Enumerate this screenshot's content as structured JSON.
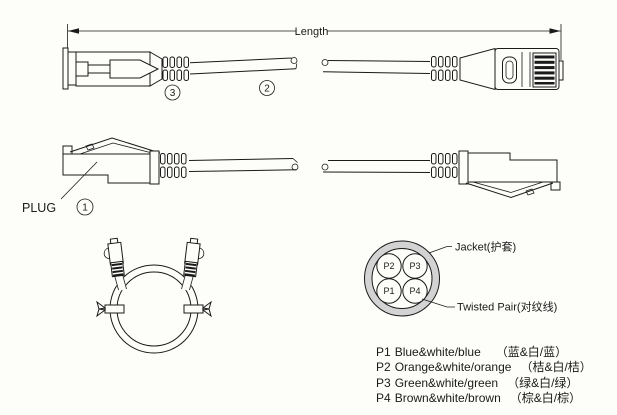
{
  "dimension": {
    "label": "Length"
  },
  "plug": {
    "label": "PLUG"
  },
  "callouts": {
    "c1": "1",
    "c2": "2",
    "c3": "3"
  },
  "cross_section": {
    "jacket_label": "Jacket(护套)",
    "twisted_pair_label": "Twisted Pair(对纹线)",
    "pairs": {
      "top_left": "P2",
      "top_right": "P3",
      "bottom_left": "P1",
      "bottom_right": "P4"
    }
  },
  "legend": {
    "items": [
      {
        "code": "P1",
        "desc": "Blue&white/blue",
        "desc_cn": "（蓝&白/蓝）"
      },
      {
        "code": "P2",
        "desc": "Orange&white/orange",
        "desc_cn": "（桔&白/桔）"
      },
      {
        "code": "P3",
        "desc": "Green&white/green",
        "desc_cn": "（绿&白/绿）"
      },
      {
        "code": "P4",
        "desc": "Brown&white/brown",
        "desc_cn": "（棕&白/棕）"
      }
    ]
  },
  "colors": {
    "line": "#1a1a1a",
    "jacket_fill": "#d3d3d3",
    "background": "#fdfdfa"
  }
}
